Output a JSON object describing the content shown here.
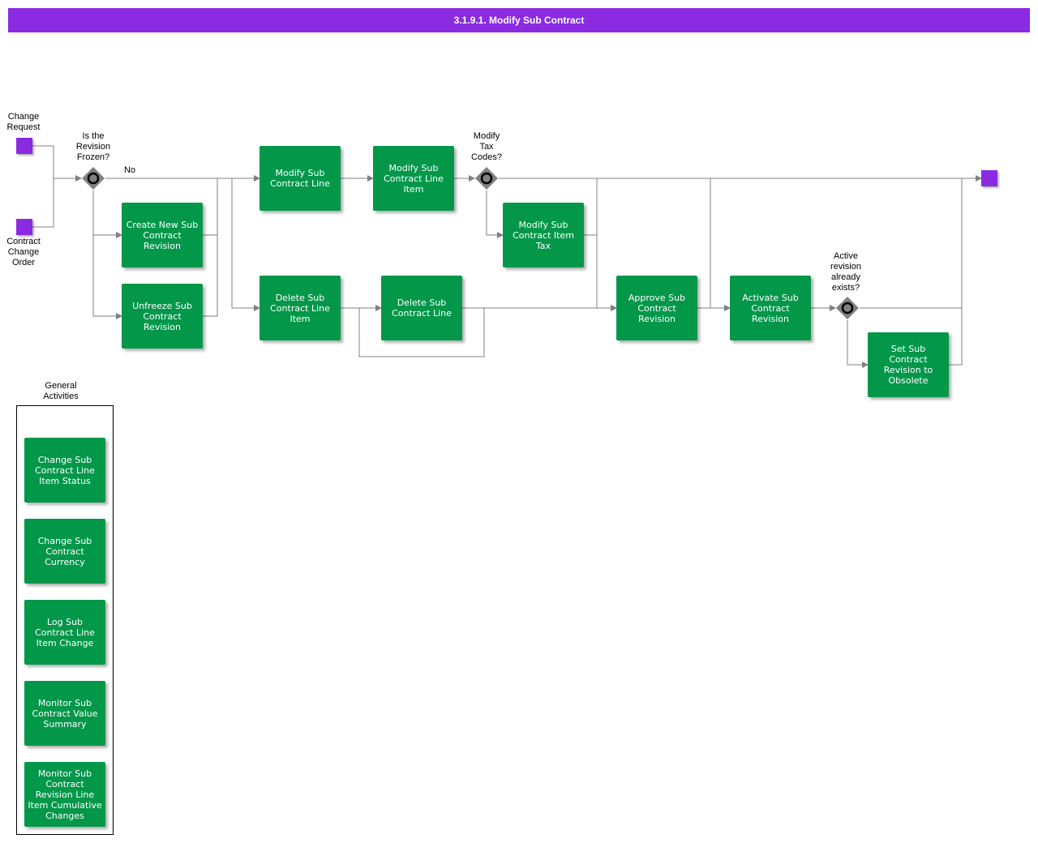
{
  "title": "3.1.9.1. Modify Sub Contract",
  "events": {
    "change_request": "Change\nRequest",
    "contract_change_order": "Contract\nChange\nOrder"
  },
  "gateways": {
    "revision_frozen": "Is the\nRevision\nFrozen?",
    "modify_tax_codes": "Modify\nTax\nCodes?",
    "active_revision": "Active\nrevision\nalready\nexists?"
  },
  "flow_labels": {
    "no": "No"
  },
  "tasks": {
    "modify_sub_contract_line": "Modify Sub\nContract Line",
    "modify_sub_contract_line_item": "Modify Sub\nContract Line\nItem",
    "create_new_sub_contract_revision": "Create New Sub\nContract\nRevision",
    "unfreeze_sub_contract_revision": "Unfreeze Sub\nContract\nRevision",
    "modify_sub_contract_item_tax": "Modify Sub\nContract Item\nTax",
    "delete_sub_contract_line_item": "Delete Sub\nContract Line\nItem",
    "delete_sub_contract_line": "Delete Sub\nContract Line",
    "approve_sub_contract_revision": "Approve Sub\nContract\nRevision",
    "activate_sub_contract_revision": "Activate Sub\nContract\nRevision",
    "set_sub_contract_revision_to_obsolete": "Set Sub\nContract\nRevision to\nObsolete"
  },
  "general_activities": {
    "title": "General\nActivities",
    "items": [
      "Change Sub\nContract Line\nItem Status",
      "Change Sub\nContract\nCurrency",
      "Log Sub\nContract Line\nItem Change",
      "Monitor Sub\nContract Value\nSummary",
      "Monitor Sub\nContract\nRevision Line\nItem Cumulative\nChanges"
    ]
  },
  "colors": {
    "banner": "#8a2be2",
    "task": "#03974a",
    "event": "#8a2be2",
    "gateway": "#808080",
    "connector": "#808080"
  }
}
